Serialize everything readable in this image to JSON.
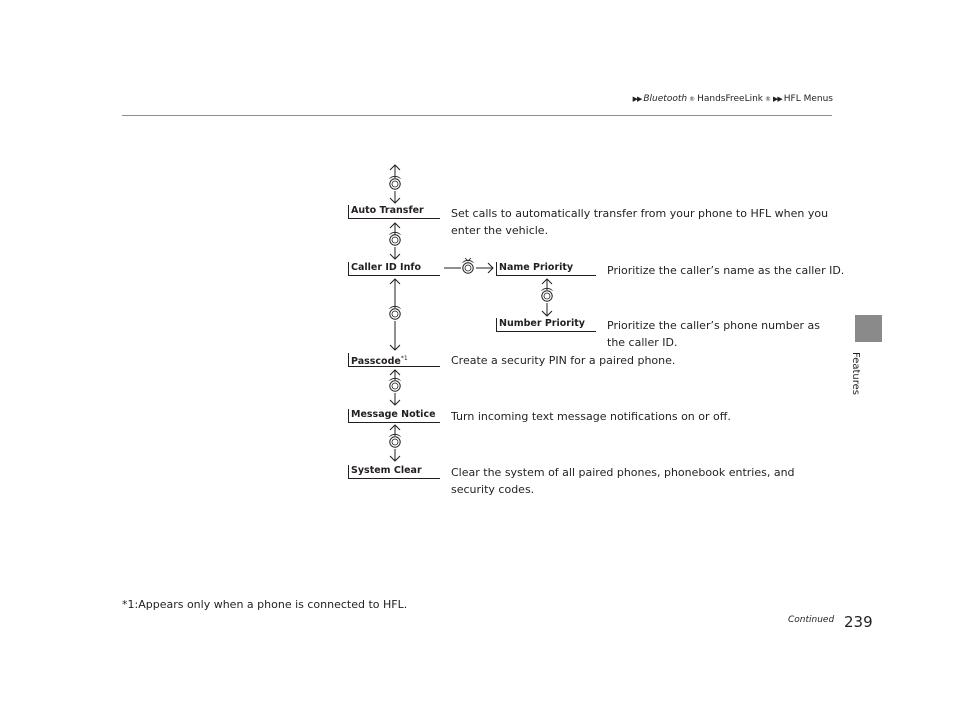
{
  "header": {
    "breadcrumb": [
      {
        "text": "Bluetooth",
        "italic": true,
        "reg": true
      },
      {
        "text": " HandsFreeLink",
        "italic": false,
        "reg": true
      },
      {
        "text": "HFL Menus",
        "italic": false,
        "reg": false
      }
    ],
    "reg_mark": "®"
  },
  "side_tab": {
    "label": "Features",
    "color": "#8a8a8a"
  },
  "menu": {
    "items": [
      {
        "label": "Auto Transfer",
        "description": [
          "Set calls to automatically transfer from your phone to HFL when you",
          "enter the vehicle."
        ]
      },
      {
        "label": "Caller ID Info",
        "description": []
      },
      {
        "label": "Passcode",
        "footnote_ref": "*1",
        "description": [
          "Create a security PIN for a paired phone."
        ]
      },
      {
        "label": "Message Notice",
        "description": [
          "Turn incoming text message notifications on or off."
        ]
      },
      {
        "label": "System Clear",
        "description": [
          "Clear the system of all paired phones, phonebook entries, and",
          "security codes."
        ]
      }
    ],
    "submenu": [
      {
        "label": "Name Priority",
        "description": [
          "Prioritize the caller’s name as the caller ID."
        ]
      },
      {
        "label": "Number Priority",
        "description": [
          "Prioritize the caller’s phone number as",
          "the caller ID."
        ]
      }
    ]
  },
  "icons": {
    "rotate": "knob-rotate-icon",
    "press": "knob-press-icon"
  },
  "footer": {
    "footnote": "*1:Appears only when a phone is connected to HFL.",
    "continued": "Continued",
    "page_number": "239"
  }
}
